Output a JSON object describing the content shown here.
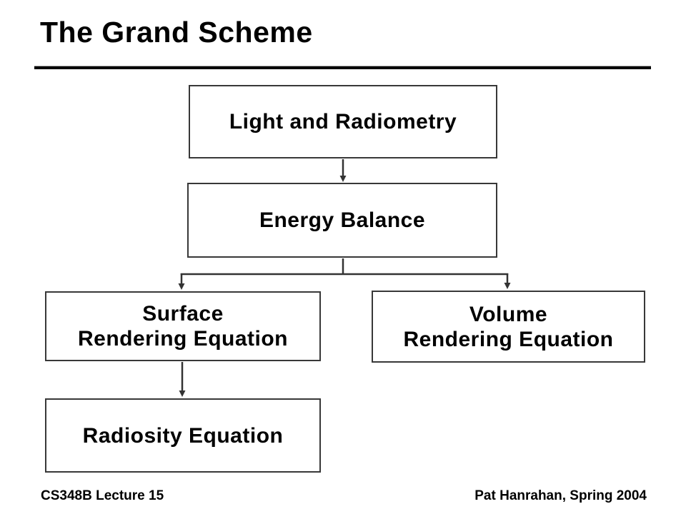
{
  "slide": {
    "title": "The Grand Scheme",
    "footer": {
      "left": "CS348B Lecture 15",
      "right": "Pat Hanrahan, Spring 2004"
    }
  },
  "diagram": {
    "nodes": [
      {
        "id": "light-and-radiometry",
        "label": "Light and Radiometry"
      },
      {
        "id": "energy-balance",
        "label": "Energy Balance"
      },
      {
        "id": "surface-rendering-equation",
        "label_line1": "Surface",
        "label_line2": "Rendering Equation"
      },
      {
        "id": "volume-rendering-equation",
        "label_line1": "Volume",
        "label_line2": "Rendering Equation"
      },
      {
        "id": "radiosity-equation",
        "label": "Radiosity Equation"
      }
    ],
    "edges": [
      {
        "from": "Light and Radiometry",
        "to": "Energy Balance"
      },
      {
        "from": "Energy Balance",
        "to": "Surface Rendering Equation"
      },
      {
        "from": "Energy Balance",
        "to": "Volume Rendering Equation"
      },
      {
        "from": "Surface Rendering Equation",
        "to": "Radiosity Equation"
      }
    ]
  },
  "colors": {
    "background": "#ffffff",
    "text": "#000000",
    "box_border": "#383838",
    "connector": "#333333"
  }
}
